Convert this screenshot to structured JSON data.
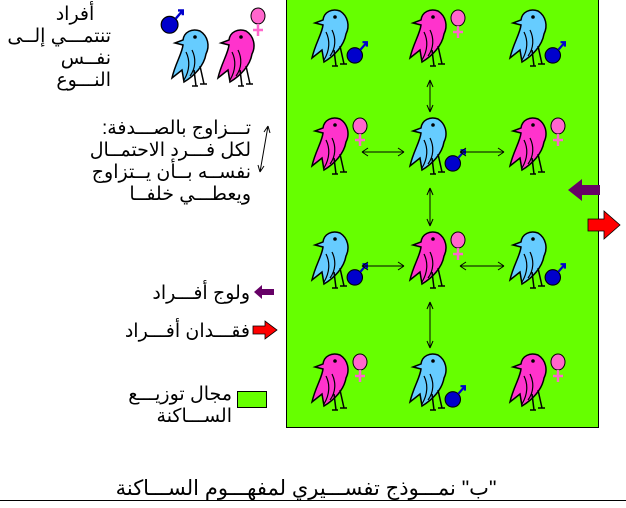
{
  "legend": {
    "individuals": "أفراد",
    "individuals_rest": "تنتمـــي إلــى\nنفــس النـــوع",
    "mating": "تـــزاوج بالصـــدفة:\nلكل فـــرد الاحتمــال\nنفســه بــأن يــتزاوج\nويعطـــي خلفــا",
    "immigration": "ولوج أفـــراد",
    "emigration": "فقـــدان أفـــراد",
    "range": "مجال توزيـــع\nالســـاكنة"
  },
  "caption": "\"ب\"   نمـــوذج تفســـيري لمفهـــوم الســـاكنة",
  "colors": {
    "field": "#66ff00",
    "male_bird": "#66ccff",
    "female_bird": "#ff33cc",
    "male_symbol": "#0000cc",
    "female_symbol": "#ff66cc",
    "in_arrow": "#660066",
    "out_arrow": "#ff0000"
  },
  "birds": [
    {
      "row": 0,
      "col": 0,
      "sex": "male"
    },
    {
      "row": 0,
      "col": 1,
      "sex": "female"
    },
    {
      "row": 0,
      "col": 2,
      "sex": "male"
    },
    {
      "row": 1,
      "col": 0,
      "sex": "female"
    },
    {
      "row": 1,
      "col": 1,
      "sex": "male"
    },
    {
      "row": 1,
      "col": 2,
      "sex": "female"
    },
    {
      "row": 2,
      "col": 0,
      "sex": "male"
    },
    {
      "row": 2,
      "col": 1,
      "sex": "female"
    },
    {
      "row": 2,
      "col": 2,
      "sex": "male"
    },
    {
      "row": 3,
      "col": 0,
      "sex": "female"
    },
    {
      "row": 3,
      "col": 1,
      "sex": "male"
    },
    {
      "row": 3,
      "col": 2,
      "sex": "female"
    }
  ]
}
